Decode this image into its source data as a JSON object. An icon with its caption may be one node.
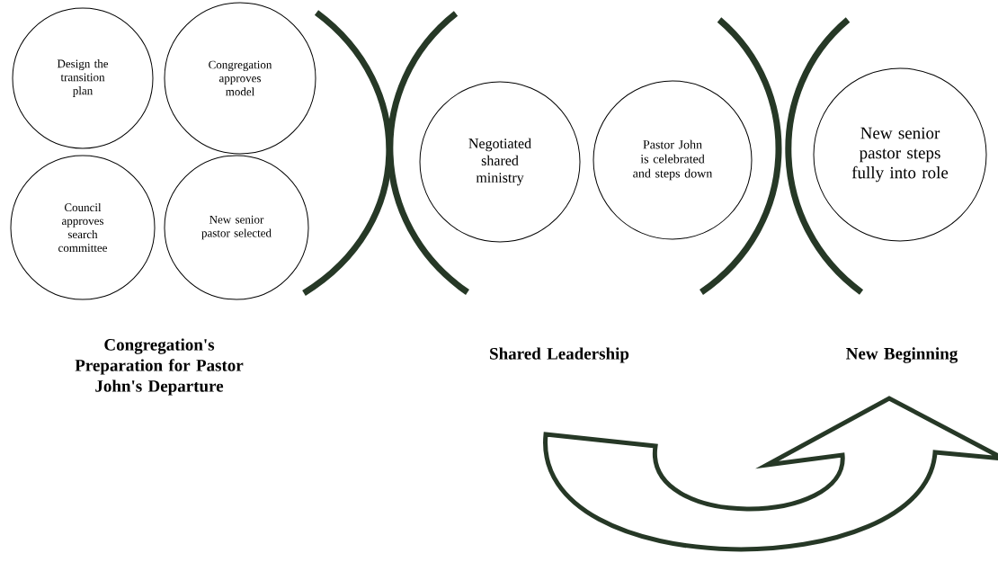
{
  "diagram": {
    "nodes": [
      {
        "text": [
          "Design the transition plan"
        ]
      },
      {
        "text": [
          "Congregation approves model"
        ]
      },
      {
        "text": [
          "Council approves search committee"
        ]
      },
      {
        "text": [
          "New senior pastor selected"
        ]
      },
      {
        "text": [
          "Negotiated shared ministry"
        ]
      },
      {
        "text": [
          "Pastor John is celebrated and steps down"
        ]
      },
      {
        "text": [
          "New senior pastor steps fully into role"
        ]
      }
    ],
    "labels": [
      "Congregation's Preparation for Pastor John's Departure",
      "Shared Leadership",
      "New Beginning"
    ]
  }
}
